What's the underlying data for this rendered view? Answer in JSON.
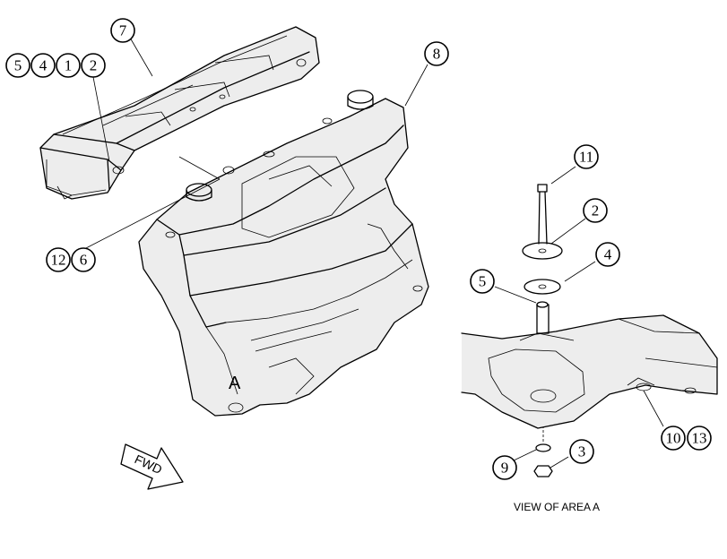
{
  "callouts": {
    "c7": "7",
    "c5a": "5",
    "c4a": "4",
    "c1": "1",
    "c2a": "2",
    "c8": "8",
    "c12": "12",
    "c6": "6",
    "c11": "11",
    "c2b": "2",
    "c4b": "4",
    "c5b": "5",
    "c10": "10",
    "c13": "13",
    "c9": "9",
    "c3": "3"
  },
  "area_label": "A",
  "fwd_label": "FWD",
  "caption": "VIEW OF AREA A"
}
